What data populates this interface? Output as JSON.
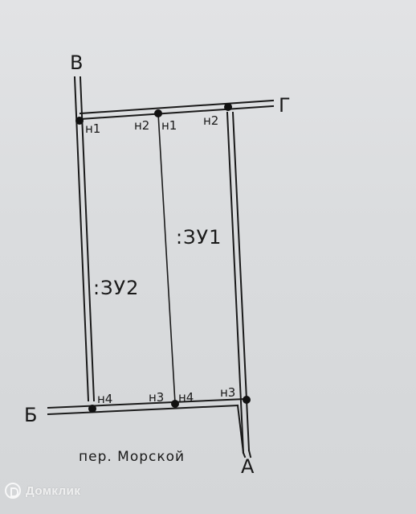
{
  "plan": {
    "corner_labels": {
      "v": "В",
      "g": "Г",
      "b": "Б",
      "a": "А"
    },
    "point_labels": {
      "top_left": "н1",
      "top_mid_left": "н2",
      "top_mid_right": "н1",
      "top_right": "н2",
      "bottom_left": "н4",
      "bottom_mid_left": "н3",
      "bottom_mid_right": "н4",
      "bottom_right": "н3"
    },
    "plot_labels": {
      "zu1": ":ЗУ1",
      "zu2": ":ЗУ2"
    },
    "street_label": "пер. Морской"
  },
  "watermark": {
    "text": "Домклик"
  },
  "colors": {
    "line": "#1a1a1a",
    "background": "#dcdedf"
  }
}
